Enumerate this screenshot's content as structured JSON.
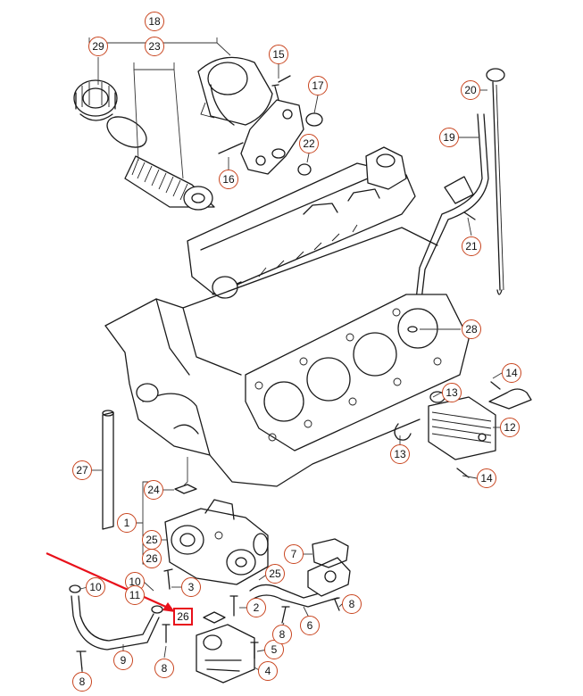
{
  "callouts": {
    "c18": "18",
    "c23": "23",
    "c29": "29",
    "c15": "15",
    "c17": "17",
    "c22": "22",
    "c16": "16",
    "c20": "20",
    "c19": "19",
    "c21": "21",
    "c28": "28",
    "c14a": "14",
    "c13a": "13",
    "c12": "12",
    "c13b": "13",
    "c14b": "14",
    "c27": "27",
    "c24": "24",
    "c1": "1",
    "c25a": "25",
    "c26a": "26",
    "c7": "7",
    "c25b": "25",
    "c10a": "10",
    "c10b": "10",
    "c11": "11",
    "c3": "3",
    "c26b": "26",
    "c2": "2",
    "c5": "5",
    "c8a": "8",
    "c8b": "8",
    "c8c": "8",
    "c6": "6",
    "c9": "9",
    "c8d": "8",
    "c4": "4"
  },
  "highlight": {
    "label": "26",
    "arrow_color": "#e8101a"
  },
  "colors": {
    "callout_ring": "#c8441e",
    "line": "#1a1a1a"
  }
}
